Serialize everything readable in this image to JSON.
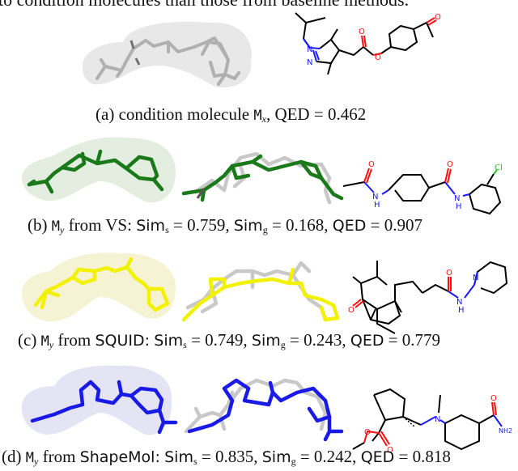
{
  "page": {
    "top_text": "to condition molecules than those from baseline methods."
  },
  "figure": {
    "panels": [
      {
        "id": "a",
        "label": "(a)",
        "text_before": "condition molecule",
        "mol_symbol": "M",
        "mol_sub": "x",
        "metrics_text": ", QED = 0.462",
        "qed": 0.462,
        "render_color": "#b8b8b8",
        "surface_color": "#e6e6e6"
      },
      {
        "id": "b",
        "label": "(b)",
        "mol_symbol": "M",
        "mol_sub": "y",
        "method": "from VS:",
        "sim_s_label": "Sim",
        "sim_s_sub": "s",
        "sim_s": "= 0.759,",
        "sim_g_label": "Sim",
        "sim_g_sub": "g",
        "sim_g": "= 0.168,",
        "qed_label": "QED",
        "qed": "= 0.907",
        "render_color": "#1a7a1a",
        "surface_color": "#e4efe2"
      },
      {
        "id": "c",
        "label": "(c)",
        "mol_symbol": "M",
        "mol_sub": "y",
        "method": "from SQUID:",
        "sim_s_label": "Sim",
        "sim_s_sub": "s",
        "sim_s": "= 0.749,",
        "sim_g_label": "Sim",
        "sim_g_sub": "g",
        "sim_g": "= 0.243,",
        "qed_label": "QED",
        "qed": "= 0.779",
        "render_color": "#f2f200",
        "surface_color": "#f6f4d8"
      },
      {
        "id": "d",
        "label": "(d)",
        "mol_symbol": "M",
        "mol_sub": "y",
        "method": "from ShapeMol:",
        "sim_s_label": "Sim",
        "sim_s_sub": "s",
        "sim_s": "= 0.835,",
        "sim_g_label": "Sim",
        "sim_g_sub": "g",
        "sim_g": "= 0.242,",
        "qed_label": "QED",
        "qed": "= 0.818",
        "render_color": "#1a1ae6",
        "surface_color": "#e4e4f5"
      }
    ],
    "atom_labels": {
      "a": [
        "N",
        "N",
        "O",
        "O",
        "O"
      ],
      "b": [
        "O",
        "N",
        "H",
        "O",
        "N",
        "H",
        "Cl"
      ],
      "c": [
        "O",
        "O",
        "N",
        "H",
        "N"
      ],
      "d": [
        "O",
        "O",
        "N",
        "O",
        "NH2"
      ]
    },
    "colors": {
      "bond": "#000000",
      "nitrogen": "#1a1aff",
      "oxygen": "#ff0d0d",
      "chlorine": "#1fc41f",
      "reference_gray": "#c8c8c8"
    }
  }
}
